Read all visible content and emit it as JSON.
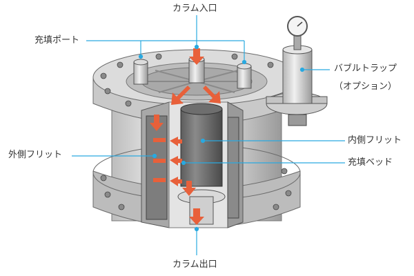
{
  "labels": {
    "column_inlet": "カラム入口",
    "packing_port": "充填ポート",
    "bubble_trap_line1": "バブルトラップ",
    "bubble_trap_line2": "（オプション）",
    "inner_frit": "内側フリット",
    "outer_frit": "外側フリット",
    "packed_bed": "充填ベッド",
    "column_outlet": "カラム出口"
  },
  "colors": {
    "leader_line": "#29a9e0",
    "flow_arrow": "#e8603a",
    "steel_light": "#d6d6d6",
    "steel_mid": "#a8a8a8",
    "steel_dark": "#6a6a6a",
    "bed_dark": "#555555",
    "text": "#333333"
  }
}
